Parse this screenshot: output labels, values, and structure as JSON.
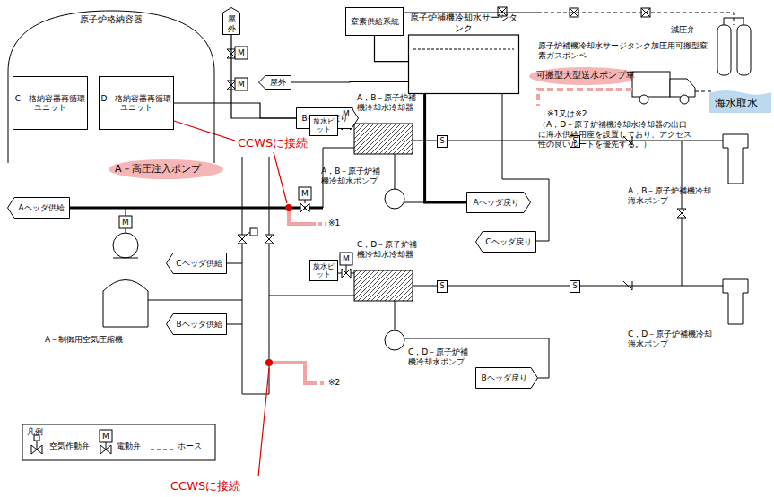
{
  "diagram": {
    "nodes": [
      {
        "text": [
          "原子炉格納容器"
        ]
      },
      {
        "text": [
          "C－格納容器再循環ユニット"
        ],
        "in": 0
      },
      {
        "text": [
          "D－格納容器再循環ユニット"
        ],
        "in": 0
      },
      {
        "text": [
          "屋外"
        ]
      },
      {
        "text": [
          "Bヘッダ戻り"
        ]
      },
      {
        "text": [
          "窒素供給系統"
        ]
      },
      {
        "text": [
          "原子炉補機冷却水サージタンク"
        ]
      },
      {
        "text": [
          "屋外"
        ]
      },
      {
        "text": [
          "放水ピット"
        ]
      },
      {
        "text": [
          "S"
        ]
      },
      {
        "text": [
          "S"
        ]
      },
      {
        "text": [
          "Aヘッダ供給"
        ]
      },
      {
        "text": [
          "Aヘッダ戻り"
        ]
      },
      {
        "text": [
          "Cヘッダ供給"
        ]
      },
      {
        "text": [
          "Cヘッダ戻り"
        ]
      },
      {
        "text": [
          "放水ピット"
        ]
      },
      {
        "text": [
          "S"
        ]
      },
      {
        "text": [
          "S"
        ]
      },
      {
        "text": [
          "Bヘッダ供給"
        ]
      },
      {
        "text": [
          "Bヘッダ戻り"
        ]
      }
    ],
    "edges": [
      {
        "from": 5,
        "to": 6,
        "arrow": "none"
      },
      {
        "from": 6,
        "to": 7,
        "arrow": "none"
      },
      {
        "from": 6,
        "to": 12,
        "arrow": "none"
      },
      {
        "from": 2,
        "to": 4,
        "arrow": "none"
      },
      {
        "from": 3,
        "to": 4,
        "arrow": "none"
      }
    ],
    "labels": [
      "減圧弁",
      "原子炉補機冷却水サージタンク加圧用可搬型窒素ガスボンベ",
      "可搬型大型送水ポンプ車",
      "※1又は※2",
      "（A，D－原子炉補機冷却水冷却器の出口に海水供給用座を設置しており、アクセス性の良いルートを優先する。）",
      "海水取水",
      "CCWSに接続",
      "A，B－原子炉補機冷却水冷却器",
      "A，B－原子炉補機冷却水ポンプ",
      "A－高圧注入ポンプ",
      "※1",
      "A，B－原子炉補機冷却海水ポンプ",
      "C，D－原子炉補機冷却水冷却器",
      "C，D－原子炉補機冷却水ポンプ",
      "C，D－原子炉補機冷却海水ポンプ",
      "A－制御用空気圧縮機",
      "※2",
      "CCWSに接続",
      "凡例",
      "M",
      "M",
      "M",
      "M",
      "M",
      "M",
      "M"
    ],
    "legend": [
      {
        "text": "空気作動弁"
      },
      {
        "text": "電動弁"
      },
      {
        "text": "ホース"
      }
    ]
  }
}
